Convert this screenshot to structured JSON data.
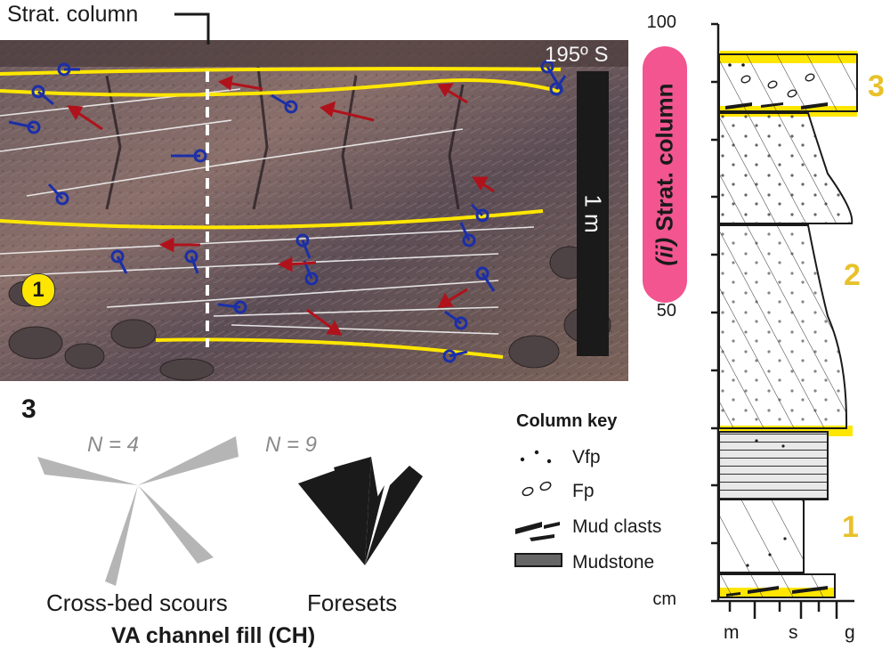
{
  "photo": {
    "strat_label": "Strat. column",
    "azimuth": "195º S",
    "scale": "1 m",
    "marker": "1"
  },
  "rose": {
    "panel": "3",
    "left_n": "N = 4",
    "right_n": "N = 9",
    "left_caption": "Cross-bed scours",
    "right_caption": "Foresets",
    "group_caption": "VA channel fill (CH)"
  },
  "column": {
    "title_prefix": "(ii)",
    "title": "Strat. column",
    "y_ticks": [
      {
        "label": "100",
        "value": 100
      },
      {
        "label": "50",
        "value": 50
      },
      {
        "label": "cm",
        "value": 0
      }
    ],
    "grain_labels": [
      "m",
      "s",
      "g"
    ],
    "units": [
      {
        "label": "3"
      },
      {
        "label": "2"
      },
      {
        "label": "1"
      }
    ]
  },
  "key": {
    "title": "Column key",
    "items": [
      {
        "label": "Vfp"
      },
      {
        "label": "Fp"
      },
      {
        "label": "Mud clasts"
      },
      {
        "label": "Mudstone"
      }
    ]
  },
  "colors": {
    "yellow": "#ffe600",
    "pink": "#f2558f",
    "blue": "#1b2fa8",
    "red": "#b0121b",
    "grey": "#b5b5b5"
  }
}
